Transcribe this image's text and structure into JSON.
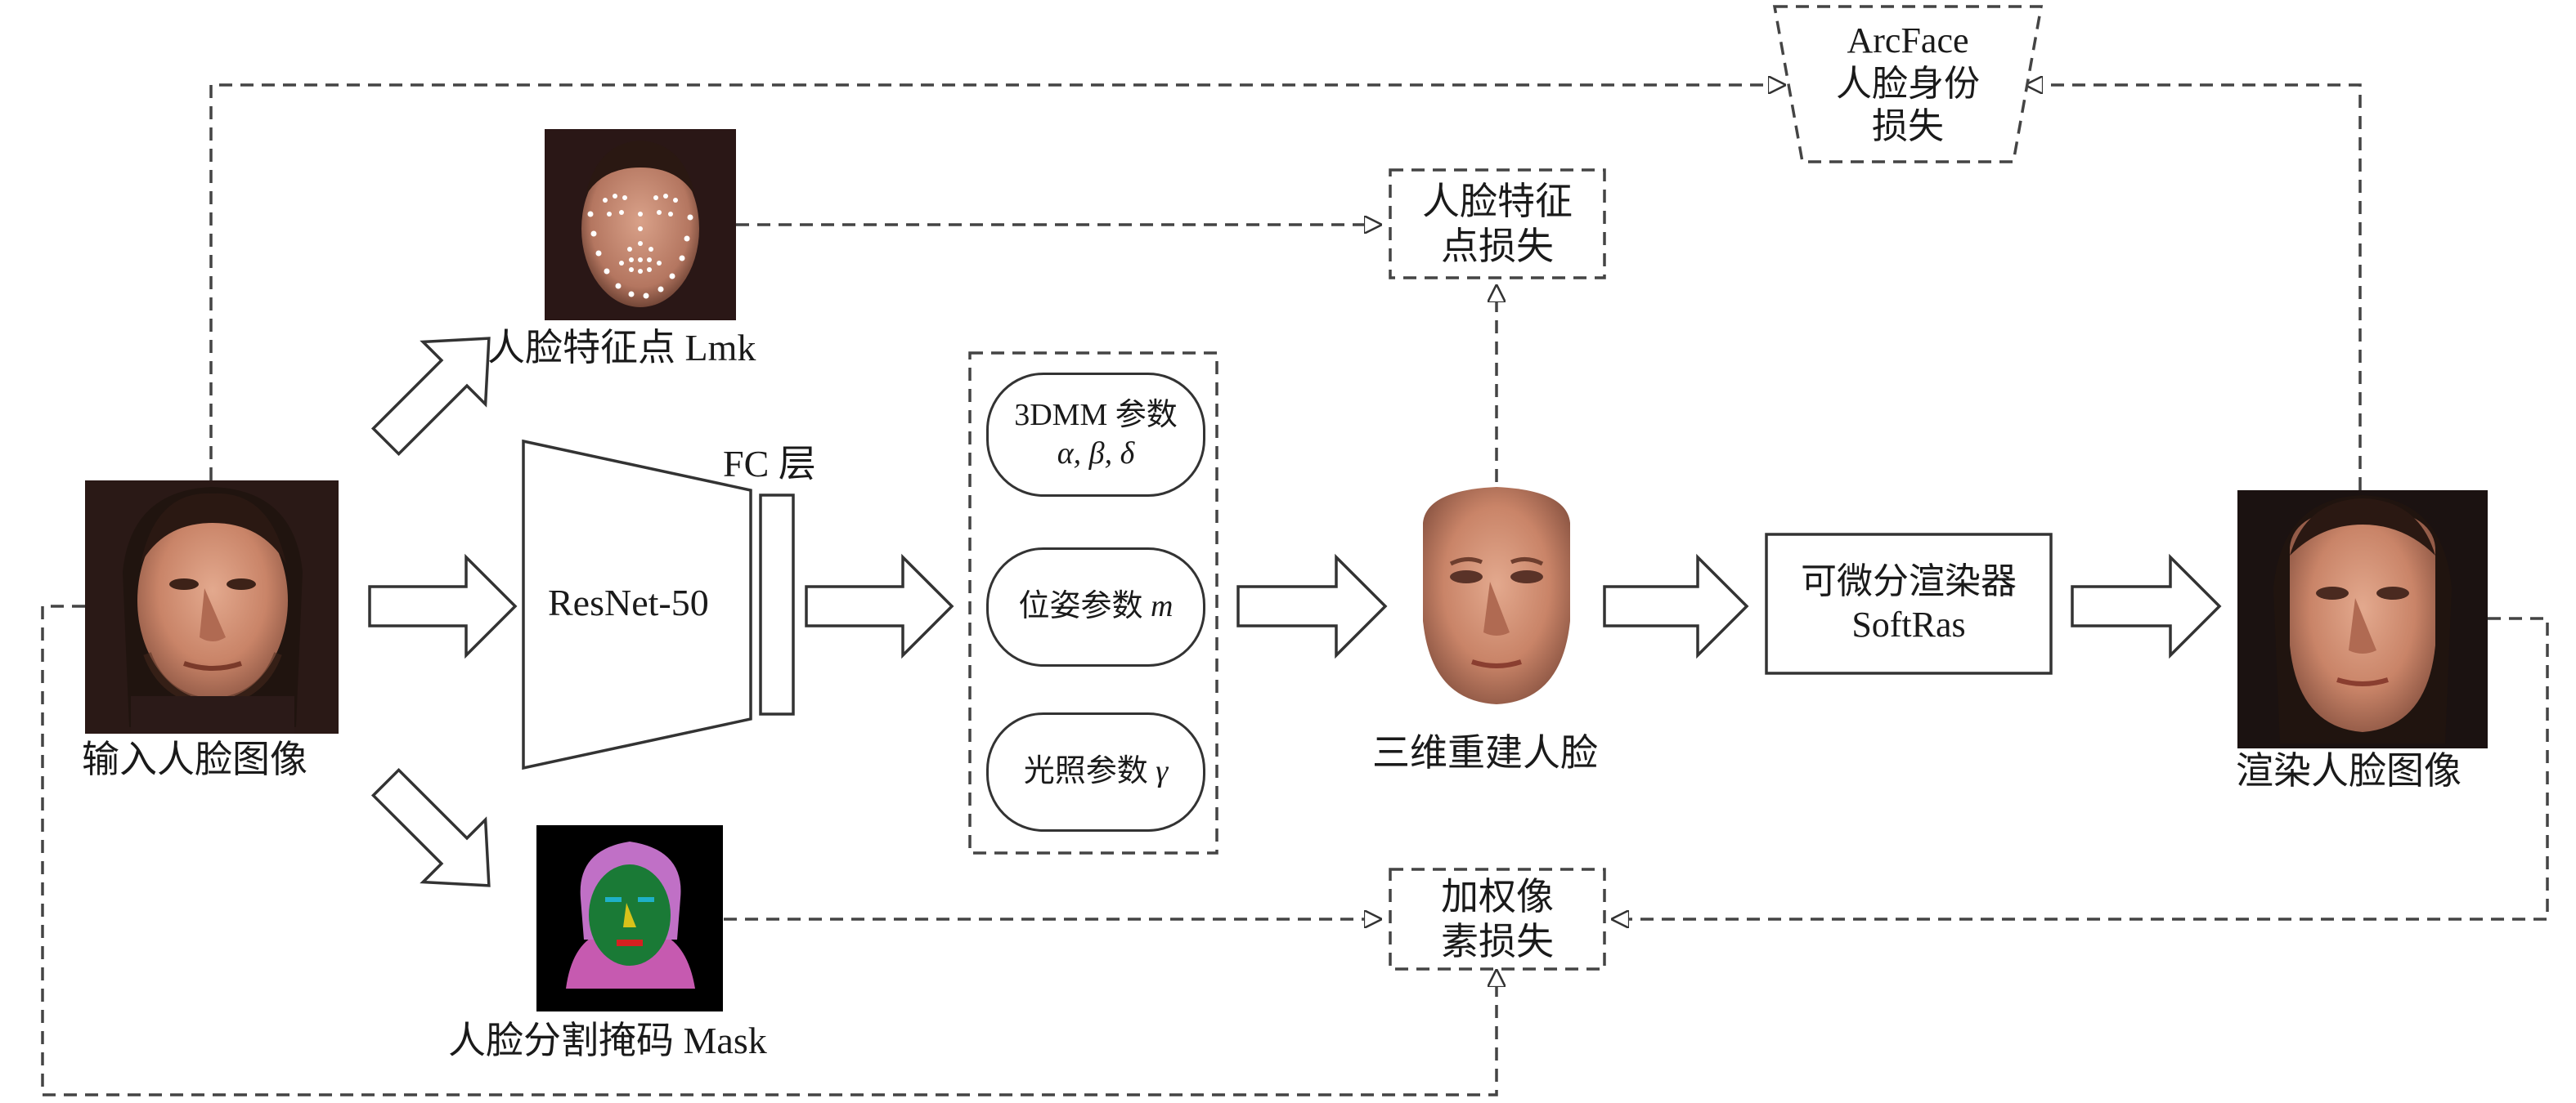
{
  "input_image": {
    "label": "输入人脸图像"
  },
  "landmarks": {
    "label": "人脸特征点 Lmk"
  },
  "mask": {
    "label": "人脸分割掩码 Mask"
  },
  "network": {
    "backbone": "ResNet-50",
    "fc_label": "FC 层"
  },
  "params": {
    "p3dmm": {
      "line1": "3DMM 参数",
      "line2": "α, β, δ"
    },
    "pose": {
      "text": "位姿参数",
      "var": "m"
    },
    "light": {
      "text": "光照参数",
      "var": "γ"
    }
  },
  "recon_face": {
    "label": "三维重建人脸"
  },
  "renderer": {
    "line1": "可微分渲染器",
    "line2": "SoftRas"
  },
  "rendered_image": {
    "label": "渲染人脸图像"
  },
  "losses": {
    "arcface": {
      "line1": "ArcFace",
      "line2": "人脸身份",
      "line3": "损失"
    },
    "landmark": {
      "line1": "人脸特征",
      "line2": "点损失"
    },
    "pixel": {
      "line1": "加权像",
      "line2": "素损失"
    }
  }
}
